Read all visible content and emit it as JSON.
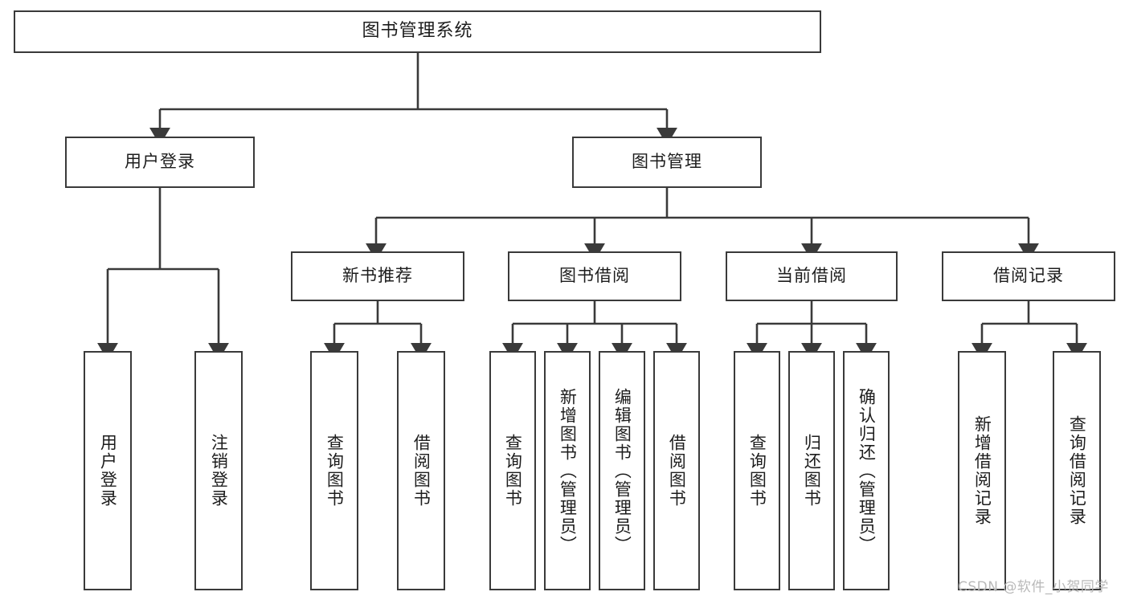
{
  "diagram": {
    "title": "图书管理系统",
    "type": "hierarchy-tree",
    "colors": {
      "stroke": "#3a3a3a",
      "fill": "#ffffff",
      "text": "#1d1d1d",
      "watermark": "#b9b9b9"
    }
  },
  "nodes": {
    "root": {
      "label": "图书管理系统"
    },
    "level2": [
      {
        "id": "user-login",
        "label": "用户登录"
      },
      {
        "id": "book-manage",
        "label": "图书管理"
      }
    ],
    "level3": [
      {
        "id": "new-book-recommend",
        "label": "新书推荐"
      },
      {
        "id": "book-borrow",
        "label": "图书借阅"
      },
      {
        "id": "current-borrow",
        "label": "当前借阅"
      },
      {
        "id": "borrow-record",
        "label": "借阅记录"
      }
    ],
    "leaves": {
      "user_login": [
        {
          "id": "leaf-user-login",
          "label": "用户登录"
        },
        {
          "id": "leaf-logout-login",
          "label": "注销登录"
        }
      ],
      "new_book_recommend": [
        {
          "id": "leaf-query-book-1",
          "label": "查询图书"
        },
        {
          "id": "leaf-borrow-book-1",
          "label": "借阅图书"
        }
      ],
      "book_borrow": [
        {
          "id": "leaf-query-book-2",
          "label": "查询图书"
        },
        {
          "id": "leaf-add-book",
          "label": "新增图书（管理员）"
        },
        {
          "id": "leaf-edit-book",
          "label": "编辑图书（管理员）"
        },
        {
          "id": "leaf-borrow-book-2",
          "label": "借阅图书"
        }
      ],
      "current_borrow": [
        {
          "id": "leaf-query-book-3",
          "label": "查询图书"
        },
        {
          "id": "leaf-return-book",
          "label": "归还图书"
        },
        {
          "id": "leaf-confirm-return",
          "label": "确认归还（管理员）"
        }
      ],
      "borrow_record": [
        {
          "id": "leaf-add-record",
          "label": "新增借阅记录"
        },
        {
          "id": "leaf-query-record",
          "label": "查询借阅记录"
        }
      ]
    }
  },
  "watermark": {
    "text": "CSDN @软件_小贺同学"
  }
}
